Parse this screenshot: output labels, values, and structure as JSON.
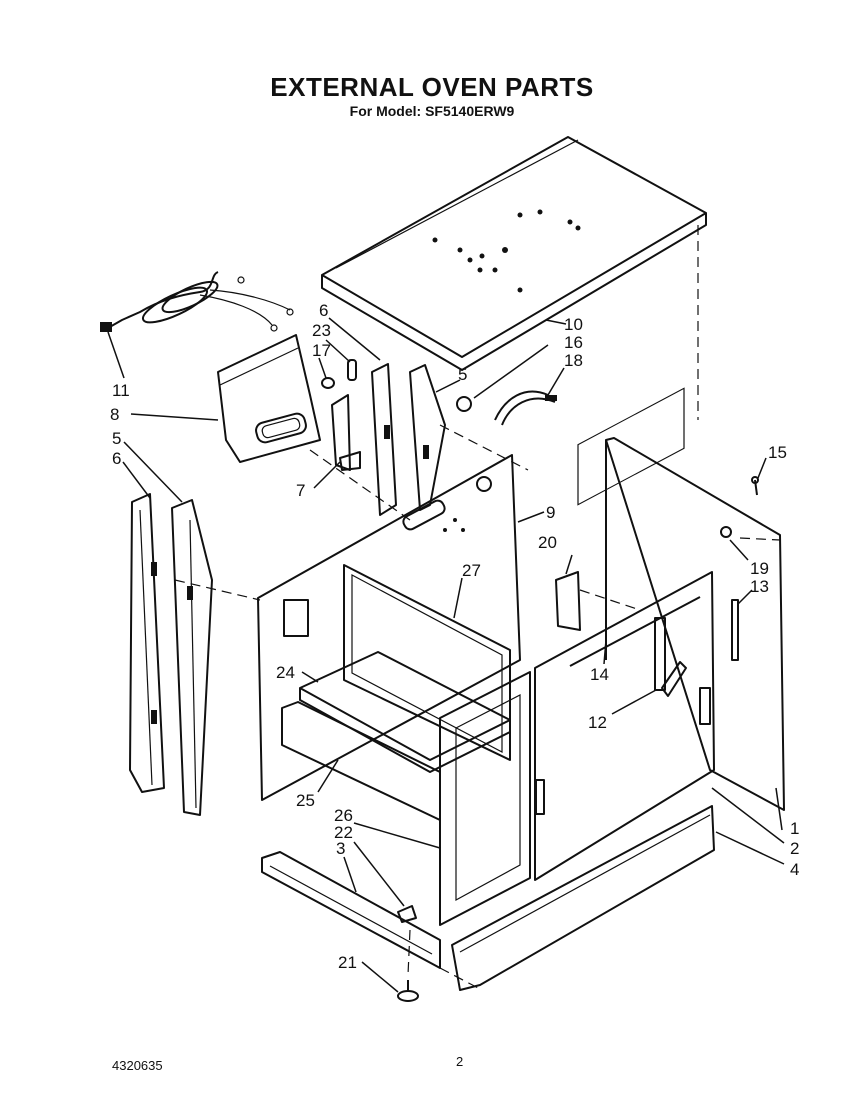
{
  "header": {
    "title": "EXTERNAL OVEN PARTS",
    "subtitle": "For Model: SF5140ERW9"
  },
  "footer": {
    "doc_number": "4320635",
    "page_number": "2"
  },
  "callouts": [
    {
      "id": "c1",
      "label": "1"
    },
    {
      "id": "c2",
      "label": "2"
    },
    {
      "id": "c3",
      "label": "3"
    },
    {
      "id": "c4",
      "label": "4"
    },
    {
      "id": "c5a",
      "label": "5"
    },
    {
      "id": "c5b",
      "label": "5"
    },
    {
      "id": "c6a",
      "label": "6"
    },
    {
      "id": "c6b",
      "label": "6"
    },
    {
      "id": "c7",
      "label": "7"
    },
    {
      "id": "c8",
      "label": "8"
    },
    {
      "id": "c9",
      "label": "9"
    },
    {
      "id": "c10",
      "label": "10"
    },
    {
      "id": "c11",
      "label": "11"
    },
    {
      "id": "c12",
      "label": "12"
    },
    {
      "id": "c13",
      "label": "13"
    },
    {
      "id": "c14",
      "label": "14"
    },
    {
      "id": "c15",
      "label": "15"
    },
    {
      "id": "c16",
      "label": "16"
    },
    {
      "id": "c17",
      "label": "17"
    },
    {
      "id": "c18",
      "label": "18"
    },
    {
      "id": "c19",
      "label": "19"
    },
    {
      "id": "c20",
      "label": "20"
    },
    {
      "id": "c21",
      "label": "21"
    },
    {
      "id": "c22",
      "label": "22"
    },
    {
      "id": "c23",
      "label": "23"
    },
    {
      "id": "c24",
      "label": "24"
    },
    {
      "id": "c25",
      "label": "25"
    },
    {
      "id": "c26",
      "label": "26"
    },
    {
      "id": "c27",
      "label": "27"
    }
  ]
}
